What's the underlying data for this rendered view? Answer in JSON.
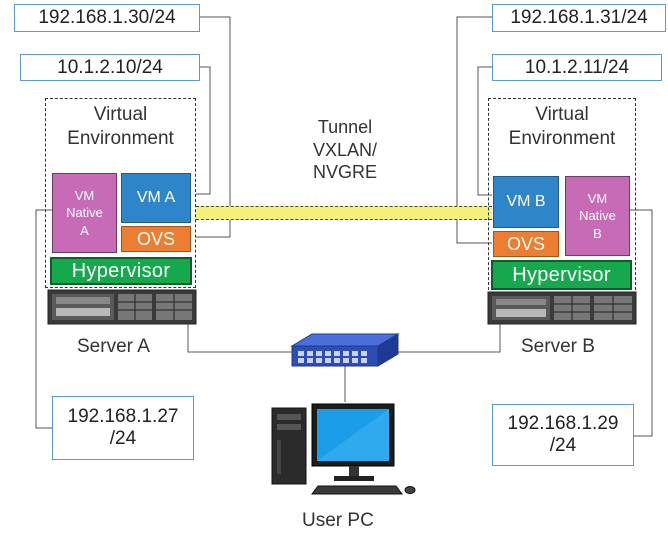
{
  "tunnel": {
    "line1": "Tunnel",
    "line2": "VXLAN/",
    "line3": "NVGRE"
  },
  "server_a": {
    "ip_top": "192.168.1.30/24",
    "ip_vm": "10.1.2.10/24",
    "env_line1": "Virtual",
    "env_line2": "Environment",
    "vm_native": [
      "VM",
      "Native",
      "A"
    ],
    "vm": "VM A",
    "ovs": "OVS",
    "hypervisor": "Hypervisor",
    "label": "Server A",
    "ip_bottom_1": "192.168.1.27",
    "ip_bottom_2": "/24"
  },
  "server_b": {
    "ip_top": "192.168.1.31/24",
    "ip_vm": "10.1.2.11/24",
    "env_line1": "Virtual",
    "env_line2": "Environment",
    "vm_native": [
      "VM",
      "Native",
      "B"
    ],
    "vm": "VM B",
    "ovs": "OVS",
    "hypervisor": "Hypervisor",
    "label": "Server B",
    "ip_bottom_1": "192.168.1.29",
    "ip_bottom_2": "/24"
  },
  "user_pc": {
    "label": "User PC"
  },
  "colors": {
    "connector": "#555555",
    "vm": "#2e86c9",
    "vm_native": "#c76bb6",
    "ovs": "#ed7d31",
    "hypervisor": "#16a84c",
    "tunnel": "#f4f07a",
    "ip_border": "#5b9bd5"
  }
}
